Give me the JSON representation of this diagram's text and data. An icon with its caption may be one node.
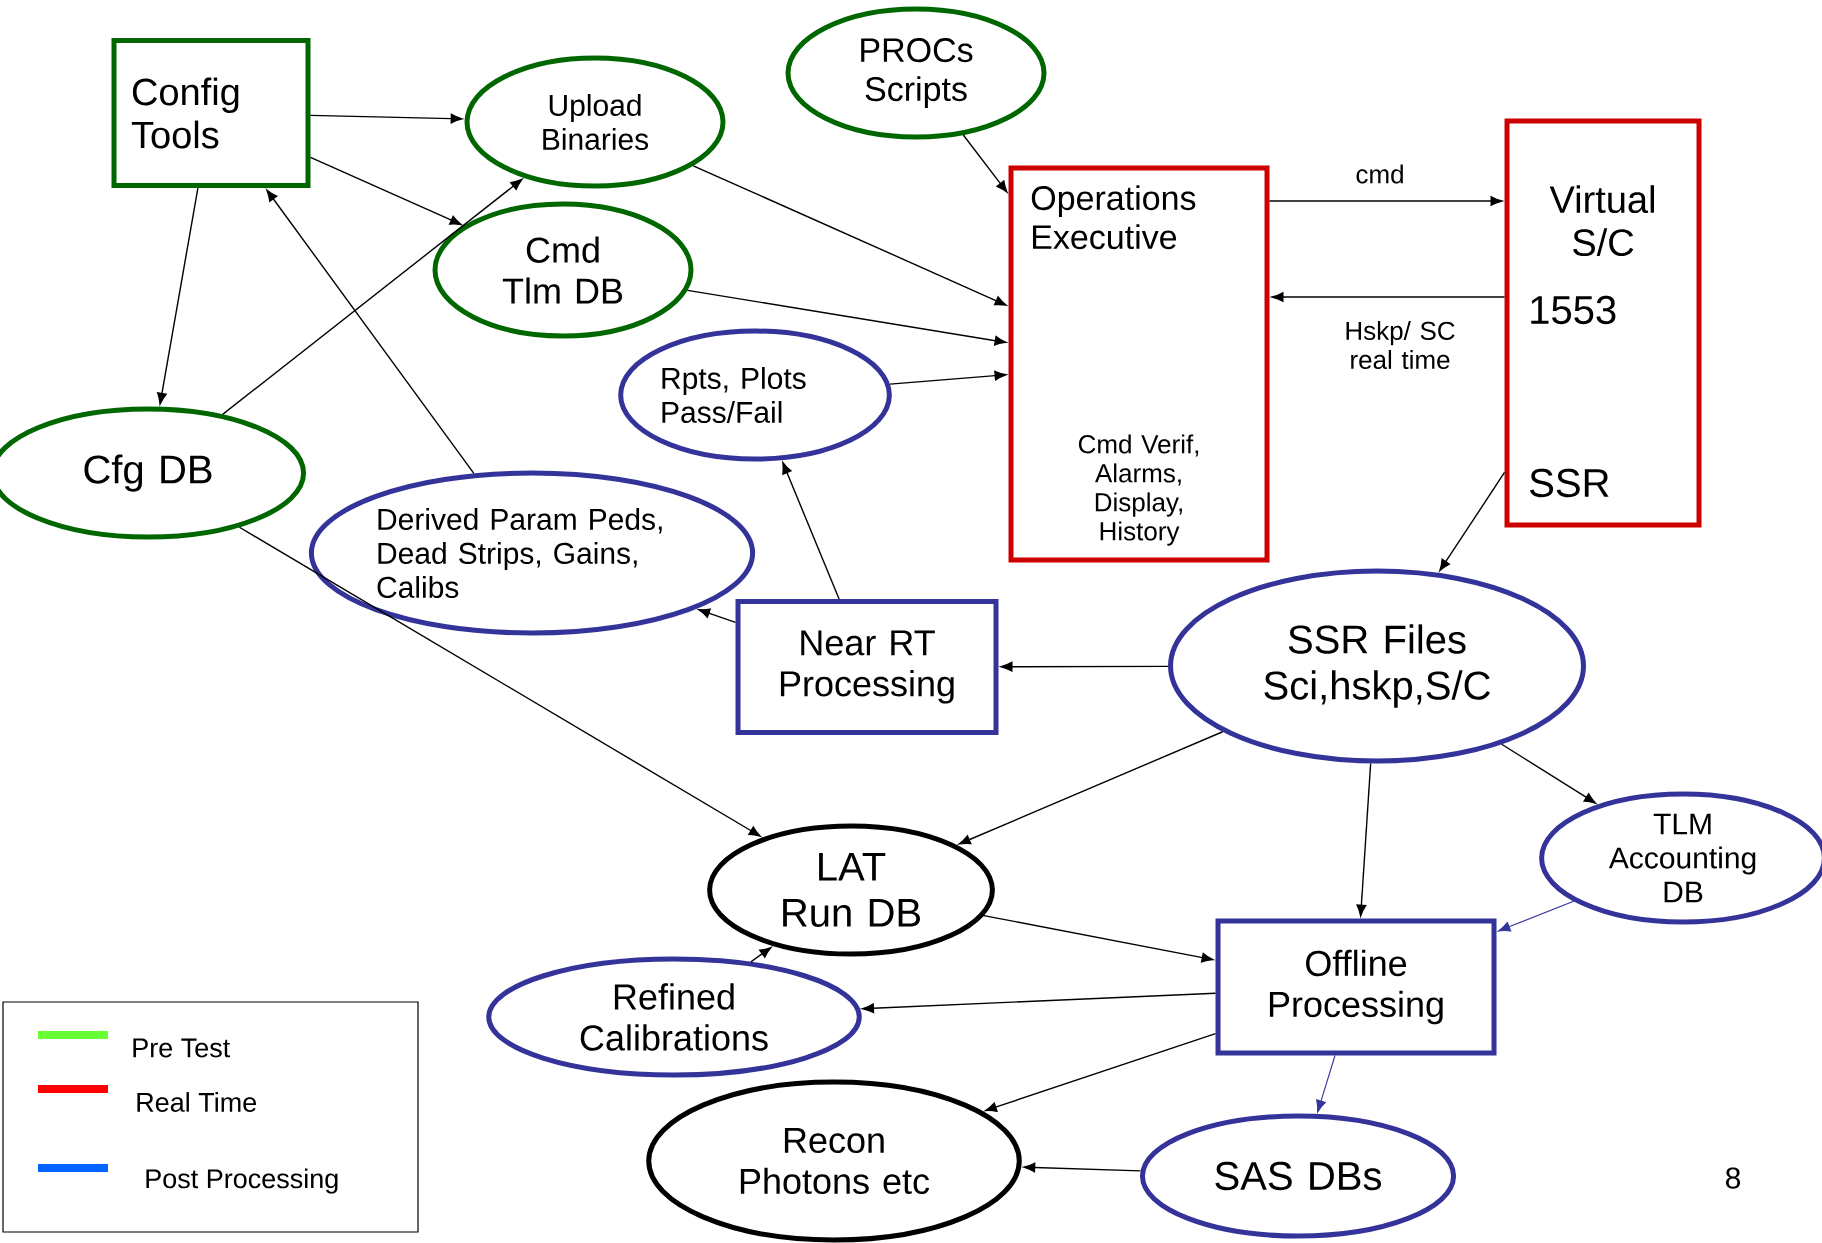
{
  "diagram": {
    "nodes": [
      {
        "text": [
          "Config Tools"
        ]
      },
      {
        "text": [
          "Upload Binaries"
        ]
      },
      {
        "text": [
          "PROCs Scripts"
        ]
      },
      {
        "text": [
          "Operations Executive",
          "Cmd Verif, Alarms, Display, History"
        ]
      },
      {
        "text": [
          "Virtual S/C",
          "1553",
          "SSR"
        ]
      },
      {
        "text": [
          "Cmd Tlm DB"
        ]
      },
      {
        "text": [
          "Cfg DB"
        ]
      },
      {
        "text": [
          "Rpts, Plots Pass/Fail"
        ]
      },
      {
        "text": [
          "Derived Param Peds, Dead Strips, Gains, Calibs"
        ]
      },
      {
        "text": [
          "Near RT Processing"
        ]
      },
      {
        "text": [
          "SSR Files Sci,hskp,S/C"
        ]
      },
      {
        "text": [
          "LAT Run DB"
        ]
      },
      {
        "text": [
          "TLM Accounting DB"
        ]
      },
      {
        "text": [
          "Offline Processing"
        ]
      },
      {
        "text": [
          "Refined Calibrations"
        ]
      },
      {
        "text": [
          "Recon Photons etc"
        ]
      },
      {
        "text": [
          "SAS DBs"
        ]
      }
    ],
    "edges": [
      {
        "from": 0,
        "to": 1,
        "arrow": "to"
      },
      {
        "from": 0,
        "to": 5,
        "arrow": "to"
      },
      {
        "from": 0,
        "to": 6,
        "arrow": "to"
      },
      {
        "from": 6,
        "to": 1,
        "arrow": "to"
      },
      {
        "from": 8,
        "to": 0,
        "arrow": "to"
      },
      {
        "from": 1,
        "to": 3,
        "arrow": "to"
      },
      {
        "from": 2,
        "to": 3,
        "arrow": "to"
      },
      {
        "from": 5,
        "to": 3,
        "arrow": "to"
      },
      {
        "from": 7,
        "to": 3,
        "arrow": "to"
      },
      {
        "from": 3,
        "to": 4,
        "arrow": "to",
        "label": "cmd"
      },
      {
        "from": 4,
        "to": 3,
        "arrow": "to",
        "label": "Hskp/ SC real time"
      },
      {
        "from": 4,
        "to": 10,
        "arrow": "to"
      },
      {
        "from": 10,
        "to": 9,
        "arrow": "to"
      },
      {
        "from": 9,
        "to": 8,
        "arrow": "to"
      },
      {
        "from": 9,
        "to": 7,
        "arrow": "to"
      },
      {
        "from": 6,
        "to": 11,
        "arrow": "to"
      },
      {
        "from": 10,
        "to": 11,
        "arrow": "to"
      },
      {
        "from": 10,
        "to": 13,
        "arrow": "to"
      },
      {
        "from": 10,
        "to": 12,
        "arrow": "to"
      },
      {
        "from": 12,
        "to": 13,
        "arrow": "to",
        "color": "#333399"
      },
      {
        "from": 11,
        "to": 13,
        "arrow": "to"
      },
      {
        "from": 13,
        "to": 14,
        "arrow": "to"
      },
      {
        "from": 14,
        "to": 11,
        "arrow": "to"
      },
      {
        "from": 13,
        "to": 15,
        "arrow": "to"
      },
      {
        "from": 13,
        "to": 16,
        "arrow": "to",
        "color": "#333399"
      },
      {
        "from": 16,
        "to": 15,
        "arrow": "to"
      }
    ],
    "labels": [
      "8"
    ],
    "legend": [
      {
        "text": "Pre Test",
        "color": "#66ff33"
      },
      {
        "text": "Real Time",
        "color": "#ff0000"
      },
      {
        "text": "Post Processing",
        "color": "#0066ff"
      }
    ]
  }
}
